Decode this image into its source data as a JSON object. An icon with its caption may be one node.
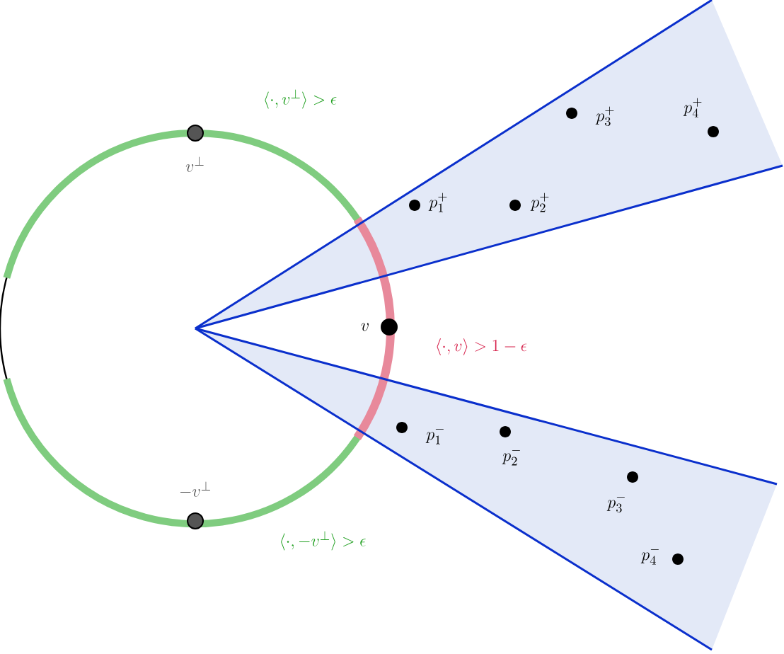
{
  "diagram": {
    "labels": [
      "\\langle\\cdot,v^{\\perp}\\rangle>\\epsilon",
      "v^{\\perp}",
      "p_3^+",
      "p_4^+",
      "p_1^+",
      "p_2^+",
      "v",
      "\\langle\\cdot,v\\rangle>1-\\epsilon",
      "p_1^-",
      "p_2^-",
      "-v^{\\perp}",
      "p_3^-",
      "p_4^-",
      "\\langle\\cdot,-v^{\\perp}\\rangle>\\epsilon"
    ]
  }
}
